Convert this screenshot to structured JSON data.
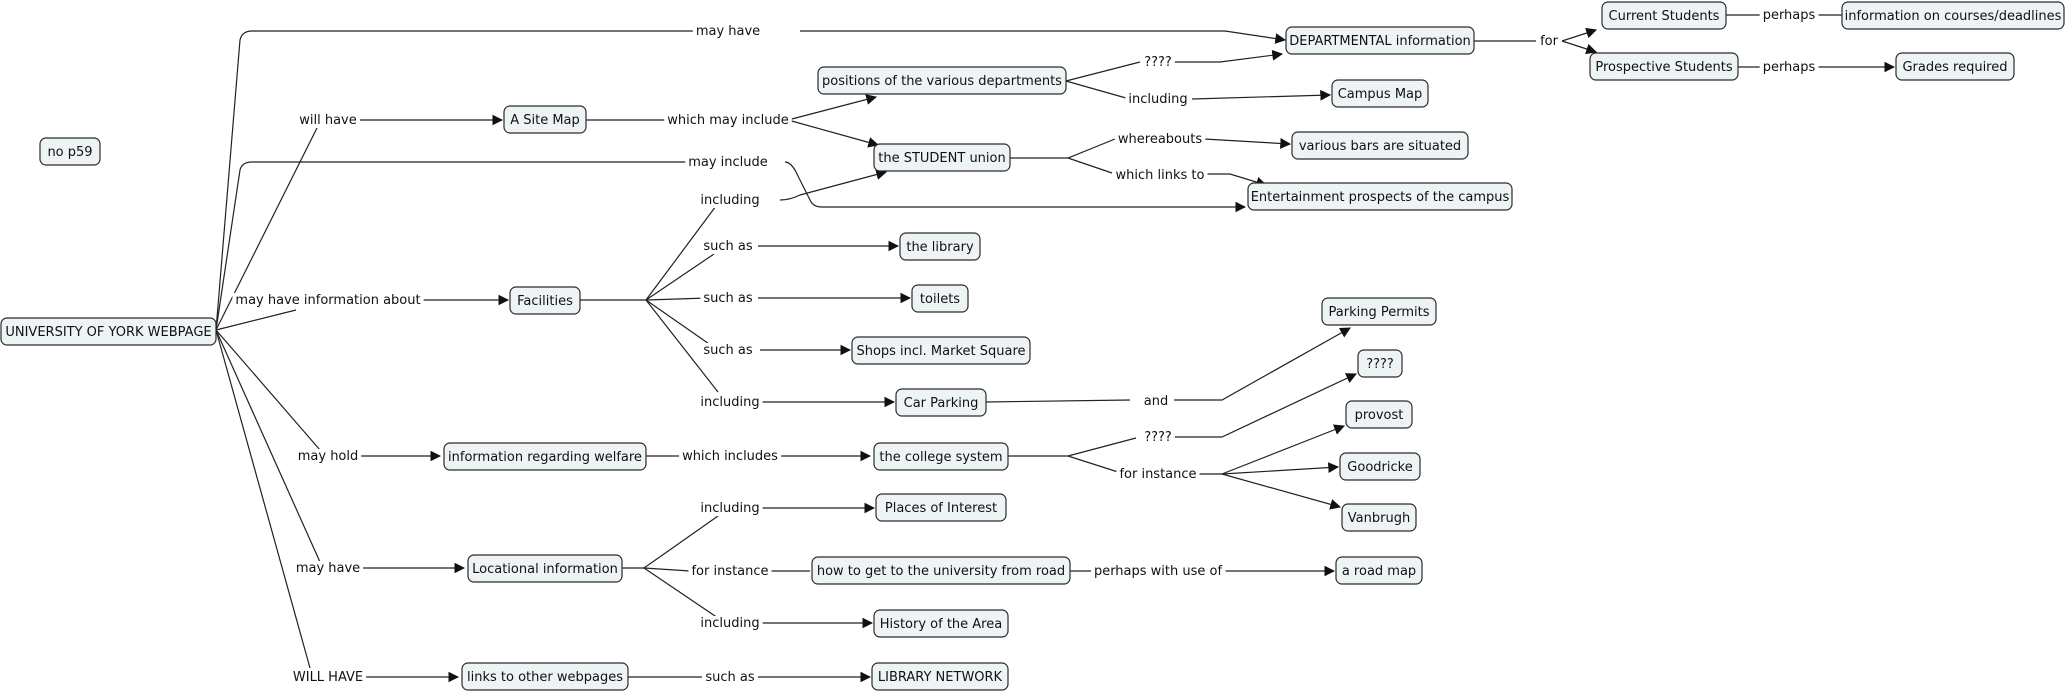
{
  "nodes": {
    "root": "UNIVERSITY OF YORK WEBPAGE",
    "nop59": "no p59",
    "sitemap": "A Site Map",
    "positions": "positions of the various departments",
    "student_union": "the STUDENT union",
    "departmental": "DEPARTMENTAL information",
    "current_students": "Current Students",
    "prospective_students": "Prospective Students",
    "courses_info": "information on courses/deadlines",
    "grades": "Grades required",
    "campus_map": "Campus Map",
    "bars": "various bars are situated",
    "entertainment": "Entertainment prospects of the campus",
    "facilities": "Facilities",
    "library": "the library",
    "toilets": "toilets",
    "shops": "Shops incl. Market Square",
    "car_parking": "Car Parking",
    "parking_permits": "Parking Permits",
    "q_parking": "????",
    "provost": "provost",
    "goodricke": "Goodricke",
    "vanbrugh": "Vanbrugh",
    "welfare": "information regarding welfare",
    "college_system": "the college system",
    "locational": "Locational information",
    "places_interest": "Places of Interest",
    "how_to_get": "how to get to the university from road",
    "road_map": "a road map",
    "history": "History of the Area",
    "links_webpages": "links to other webpages",
    "library_network": "LIBRARY NETWORK"
  },
  "link_labels": {
    "may_have_top": "may have",
    "will_have": "will have",
    "may_include": "may include",
    "may_have_info_about": "may have information about",
    "may_hold": "may hold",
    "may_have_loc": "may have",
    "will_have_caps": "WILL HAVE",
    "which_may_include": "which may include",
    "qqqq_dept": "????",
    "including_campus": "including",
    "whereabouts": "whereabouts",
    "which_links_to": "which links to",
    "for": "for",
    "perhaps_1": "perhaps",
    "perhaps_2": "perhaps",
    "including_union": "including",
    "such_as_library": "such as",
    "such_as_toilets": "such as",
    "such_as_shops": "such as",
    "including_parking": "including",
    "and": "and",
    "which_includes": "which includes",
    "qqqq_college": "????",
    "for_instance_college": "for instance",
    "including_places": "including",
    "for_instance_loc": "for instance",
    "perhaps_with_use_of": "perhaps with use of",
    "including_history": "including",
    "such_as_network": "such as"
  }
}
